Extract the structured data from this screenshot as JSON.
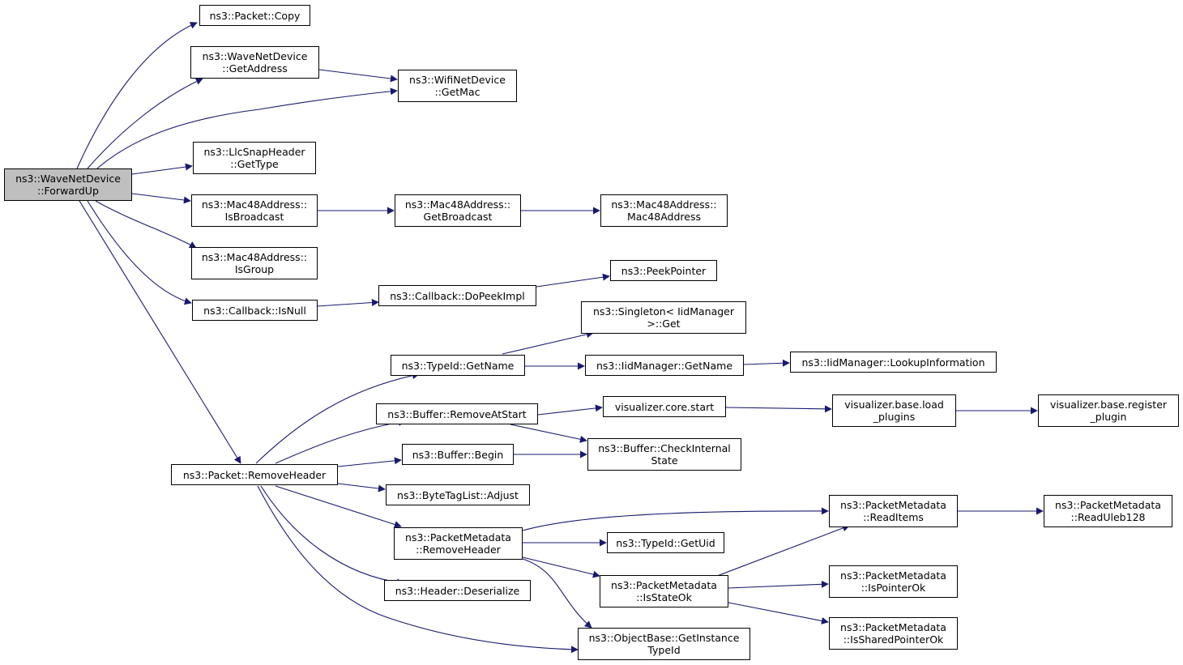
{
  "graph": {
    "root": {
      "line1": "ns3::WaveNetDevice",
      "line2": "::ForwardUp"
    },
    "nodes": {
      "packet_copy": {
        "line1": "ns3::Packet::Copy",
        "line2": ""
      },
      "wave_getaddress": {
        "line1": "ns3::WaveNetDevice",
        "line2": "::GetAddress"
      },
      "wifi_getmac": {
        "line1": "ns3::WifiNetDevice",
        "line2": "::GetMac"
      },
      "llcsnap_gettype": {
        "line1": "ns3::LlcSnapHeader",
        "line2": "::GetType"
      },
      "mac48_isbroadcast": {
        "line1": "ns3::Mac48Address::",
        "line2": "IsBroadcast"
      },
      "mac48_getbroadcast": {
        "line1": "ns3::Mac48Address::",
        "line2": "GetBroadcast"
      },
      "mac48_ctor": {
        "line1": "ns3::Mac48Address::",
        "line2": "Mac48Address"
      },
      "mac48_isgroup": {
        "line1": "ns3::Mac48Address::",
        "line2": "IsGroup"
      },
      "callback_isnull": {
        "line1": "ns3::Callback::IsNull",
        "line2": ""
      },
      "callback_dopeekimpl": {
        "line1": "ns3::Callback::DoPeekImpl",
        "line2": ""
      },
      "peekpointer": {
        "line1": "ns3::PeekPointer",
        "line2": ""
      },
      "singleton_get": {
        "line1": "ns3::Singleton< IidManager",
        "line2": ">::Get"
      },
      "typeid_getname": {
        "line1": "ns3::TypeId::GetName",
        "line2": ""
      },
      "iidmanager_getname": {
        "line1": "ns3::IidManager::GetName",
        "line2": ""
      },
      "iidmanager_lookup": {
        "line1": "ns3::IidManager::LookupInformation",
        "line2": ""
      },
      "buffer_removeatstart": {
        "line1": "ns3::Buffer::RemoveAtStart",
        "line2": ""
      },
      "vis_core_start": {
        "line1": "visualizer.core.start",
        "line2": ""
      },
      "vis_base_load": {
        "line1": "visualizer.base.load",
        "line2": "_plugins"
      },
      "vis_base_register": {
        "line1": "visualizer.base.register",
        "line2": "_plugin"
      },
      "buffer_begin": {
        "line1": "ns3::Buffer::Begin",
        "line2": ""
      },
      "buffer_checkinternal": {
        "line1": "ns3::Buffer::CheckInternal",
        "line2": "State"
      },
      "packet_removeheader": {
        "line1": "ns3::Packet::RemoveHeader",
        "line2": ""
      },
      "bytetaglist_adjust": {
        "line1": "ns3::ByteTagList::Adjust",
        "line2": ""
      },
      "pm_removeheader": {
        "line1": "ns3::PacketMetadata",
        "line2": "::RemoveHeader"
      },
      "pm_readitems": {
        "line1": "ns3::PacketMetadata",
        "line2": "::ReadItems"
      },
      "pm_readuleb": {
        "line1": "ns3::PacketMetadata",
        "line2": "::ReadUleb128"
      },
      "typeid_getuid": {
        "line1": "ns3::TypeId::GetUid",
        "line2": ""
      },
      "pm_isstateok": {
        "line1": "ns3::PacketMetadata",
        "line2": "::IsStateOk"
      },
      "pm_ispointerok": {
        "line1": "ns3::PacketMetadata",
        "line2": "::IsPointerOk"
      },
      "pm_issharedpointerok": {
        "line1": "ns3::PacketMetadata",
        "line2": "::IsSharedPointerOk"
      },
      "header_deserialize": {
        "line1": "ns3::Header::Deserialize",
        "line2": ""
      },
      "objectbase_getinstancetypeid": {
        "line1": "ns3::ObjectBase::GetInstance",
        "line2": "TypeId"
      }
    },
    "edge_color": "#191970",
    "root_fill": "#bfbfbf"
  }
}
